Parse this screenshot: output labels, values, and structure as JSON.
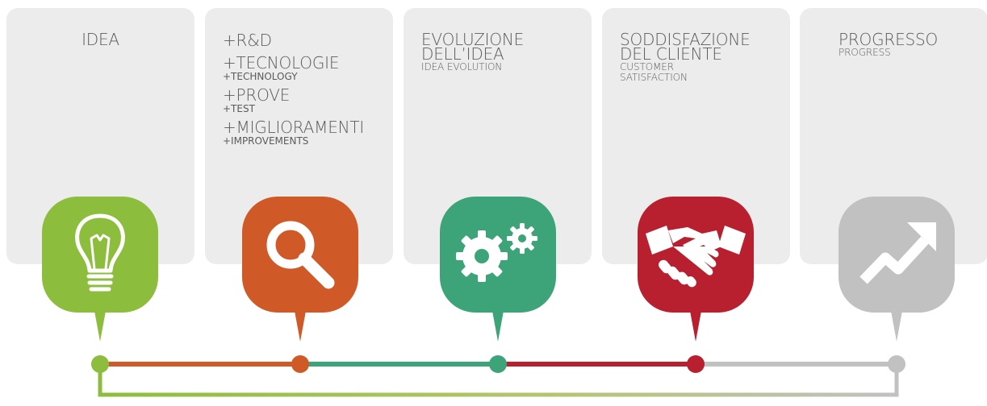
{
  "cards": [
    {
      "title": "IDEA",
      "subtitle": ""
    },
    {
      "items": [
        {
          "main": "+R&D",
          "sub": ""
        },
        {
          "main": "+TECNOLOGIE",
          "sub": "+TECHNOLOGY"
        },
        {
          "main": "+PROVE",
          "sub": "+TEST"
        },
        {
          "main": "+MIGLIORAMENTI",
          "sub": "+IMPROVEMENTS"
        }
      ]
    },
    {
      "title_line1": "EVOLUZIONE",
      "title_line2": "DELL’IDEA",
      "subtitle": "IDEA EVOLUTION"
    },
    {
      "title_line1": "SODDISFAZIONE",
      "title_line2": "DEL CLIENTE",
      "subtitle_line1": "CUSTOMER",
      "subtitle_line2": "SATISFACTION"
    },
    {
      "title": "PROGRESSO",
      "subtitle": "PROGRESS"
    }
  ],
  "colors": {
    "card_bg": "#ececec",
    "green": "#8dbd3c",
    "orange": "#cf5a27",
    "teal": "#3da47a",
    "red": "#b8202f",
    "gray": "#c1c1c1",
    "text": "#5b5b5b"
  },
  "icons": [
    "lightbulb-icon",
    "magnifier-icon",
    "gears-icon",
    "handshake-icon",
    "growth-arrow-icon"
  ]
}
